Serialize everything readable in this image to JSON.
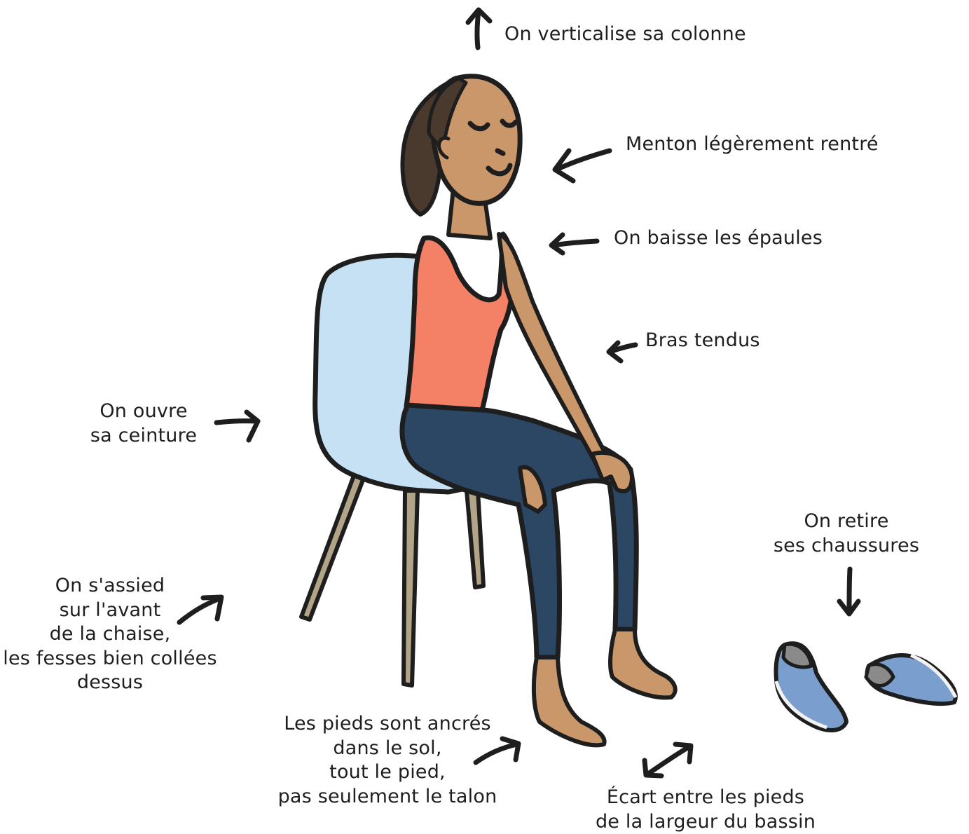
{
  "annotations": {
    "spine": [
      "On verticalise sa colonne"
    ],
    "chin": [
      "Menton légèrement rentré"
    ],
    "shoulders": [
      "On baisse les épaules"
    ],
    "arms": [
      "Bras tendus"
    ],
    "belt": [
      "On ouvre",
      "sa ceinture"
    ],
    "sit": [
      "On s'assied",
      "sur l'avant",
      "de la chaise,",
      "les fesses bien collées",
      "dessus"
    ],
    "shoes": [
      "On retire",
      "ses chaussures"
    ],
    "feet": [
      "Les pieds sont ancrés",
      "dans le sol,",
      "tout le pied,",
      "pas seulement le talon"
    ],
    "spacing": [
      "Écart entre les pieds",
      "de la largeur du bassin"
    ]
  },
  "colors": {
    "ink": "#1e1e1e",
    "chair_shell": "#c6e1f3",
    "chair_legs": "#b2a486",
    "skin": "#c9976a",
    "top": "#f48166",
    "pants": "#2c4764",
    "hair": "#4a3a2e",
    "shoe": "#7a9fcf",
    "shoe_sole": "#f2f2f2",
    "shoe_toe": "#8a8a8a"
  }
}
